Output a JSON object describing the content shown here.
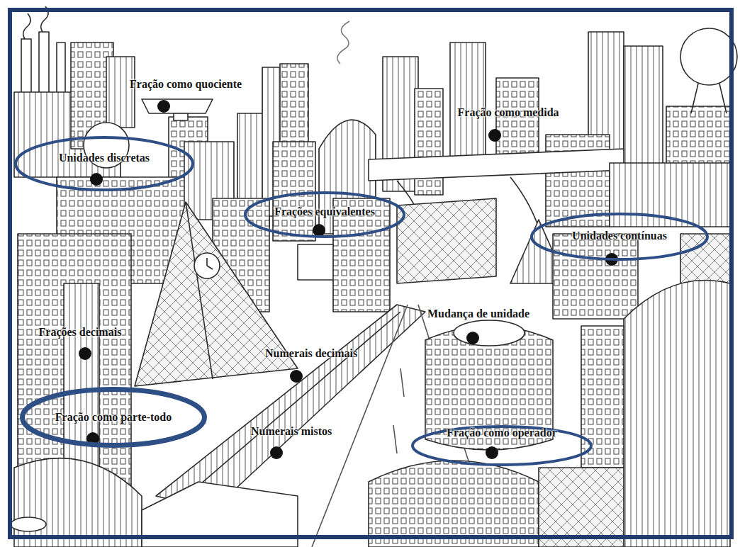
{
  "diagram": {
    "nodes": [
      {
        "text": [
          "Unidades discretas"
        ]
      },
      {
        "text": [
          "Frações equivalentes"
        ]
      },
      {
        "text": [
          "Unidades contínuas"
        ]
      },
      {
        "text": [
          "Fração como parte-todo"
        ]
      },
      {
        "text": [
          "Fração como operador"
        ]
      }
    ],
    "labels": [
      "Fração como quociente",
      "Fração como medida",
      "Mudança de unidade",
      "Frações decimais",
      "Numerais decimais",
      "Numerais mistos"
    ]
  }
}
